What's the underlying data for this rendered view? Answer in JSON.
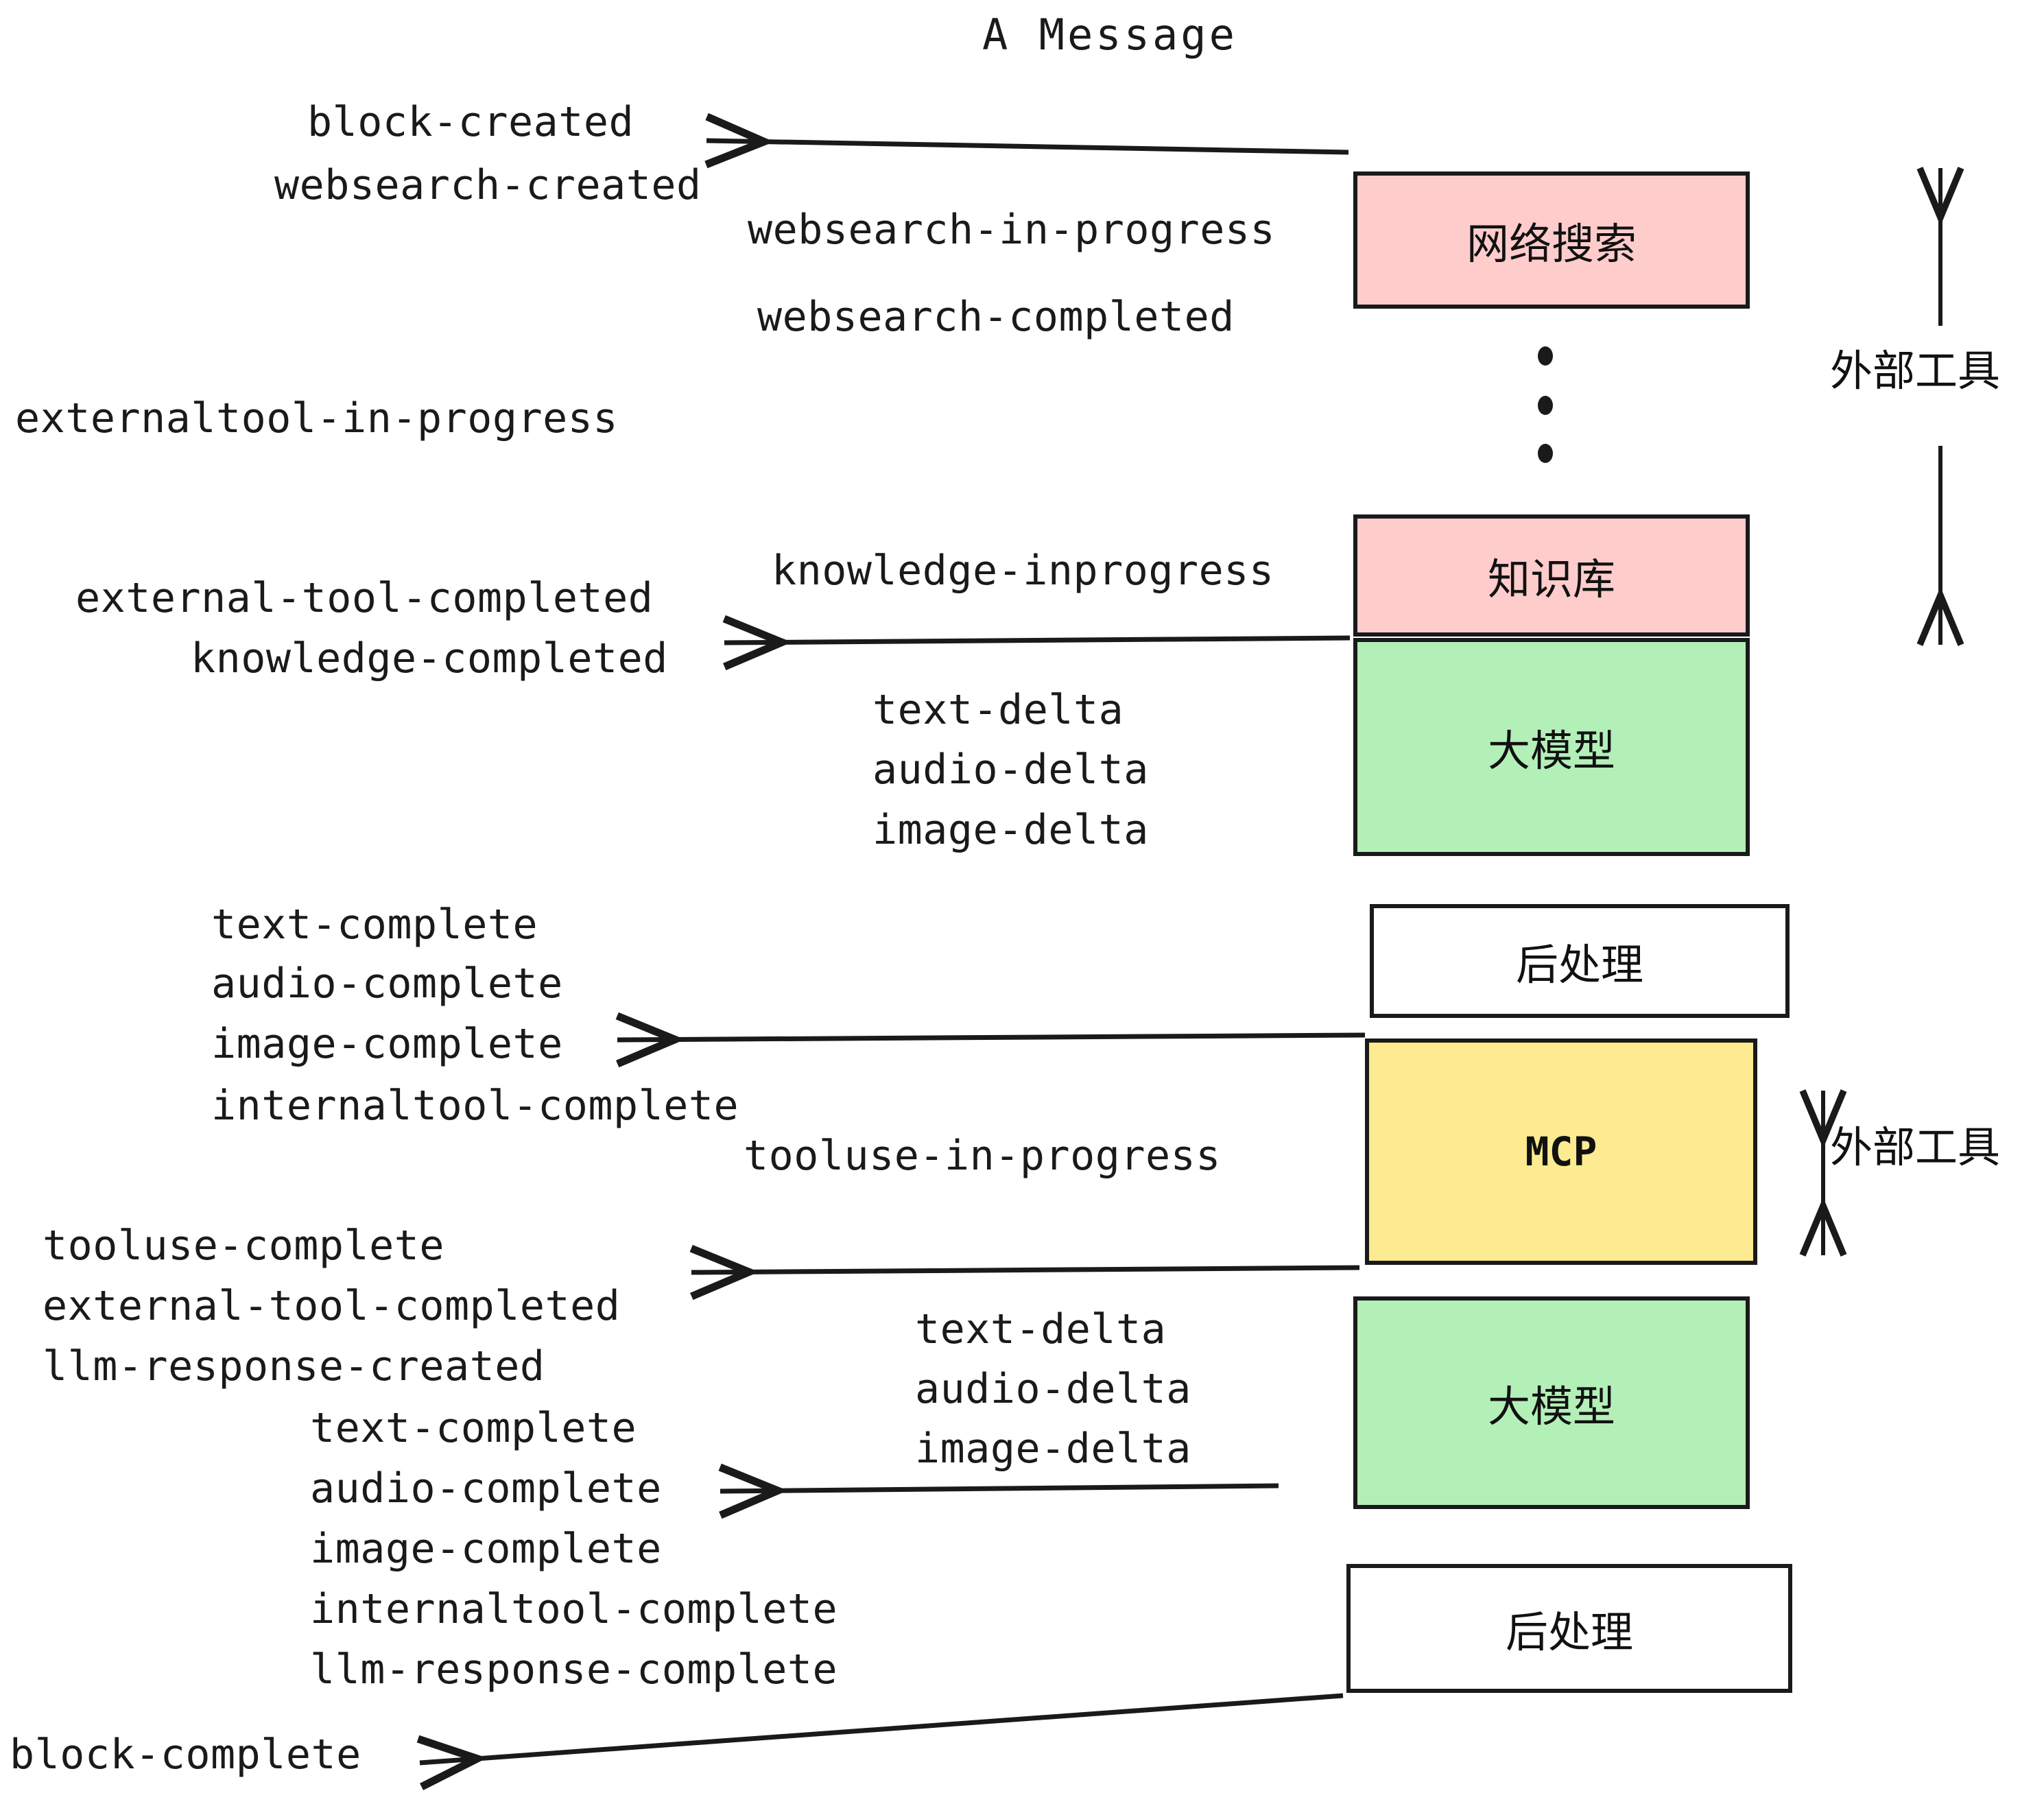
{
  "title": "A Message",
  "colors": {
    "pink": "#FFCCCC",
    "green": "#B3F0B8",
    "yellow": "#FCEB90",
    "white": "#FFFFFF",
    "stroke": "#1A1A1A"
  },
  "boxes": {
    "websearch": "网络搜索",
    "knowledge": "知识库",
    "llm_top": "大模型",
    "postprocess_top": "后处理",
    "mcp": "MCP",
    "llm_bottom": "大模型",
    "postprocess_bottom": "后处理"
  },
  "annotations": {
    "external_tool_top": "外部工具",
    "external_tool_bottom": "外部工具"
  },
  "events": {
    "block_created": "block-created",
    "websearch_created": "websearch-created",
    "websearch_in_progress": "websearch-in-progress",
    "websearch_completed": "websearch-completed",
    "externaltool_in_progress": "externaltool-in-progress",
    "knowledge_inprogress": "knowledge-inprogress",
    "external_tool_completed_1": "external-tool-completed",
    "knowledge_completed": "knowledge-completed",
    "text_delta_1": "text-delta",
    "audio_delta_1": "audio-delta",
    "image_delta_1": "image-delta",
    "text_complete_1": "text-complete",
    "audio_complete_1": "audio-complete",
    "image_complete_1": "image-complete",
    "internaltool_complete_1": "internaltool-complete",
    "tooluse_in_progress": "tooluse-in-progress",
    "tooluse_complete": "tooluse-complete",
    "external_tool_completed_2": "external-tool-completed",
    "llm_response_created": "llm-response-created",
    "text_delta_2": "text-delta",
    "audio_delta_2": "audio-delta",
    "image_delta_2": "image-delta",
    "text_complete_2": "text-complete",
    "audio_complete_2": "audio-complete",
    "image_complete_2": "image-complete",
    "internaltool_complete_2": "internaltool-complete",
    "llm_response_complete": "llm-response-complete",
    "block_complete": "block-complete"
  }
}
